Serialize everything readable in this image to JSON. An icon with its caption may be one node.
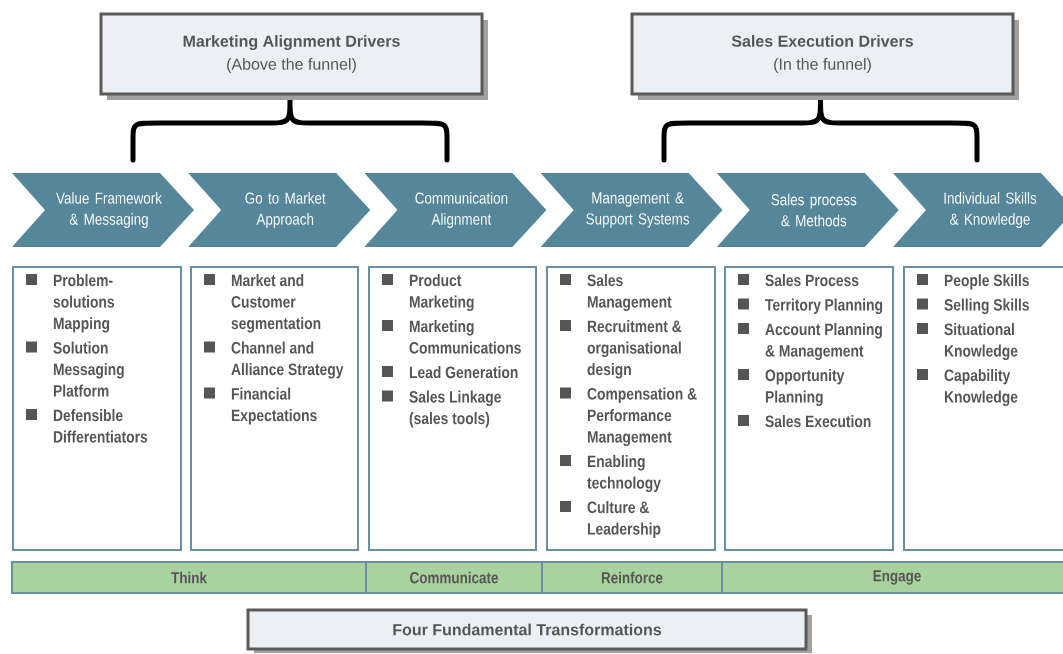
{
  "diagram": {
    "nodes": [
      {
        "text": [
          "Marketing Alignment Drivers",
          "(Above the funnel)"
        ]
      },
      {
        "text": [
          "Sales Execution Drivers",
          "(In the funnel)"
        ]
      },
      {
        "text": [
          "Value Framework & Messaging"
        ]
      },
      {
        "text": [
          "Go to Market Approach"
        ]
      },
      {
        "text": [
          "Communication Alignment"
        ]
      },
      {
        "text": [
          "Management & Support Systems"
        ]
      },
      {
        "text": [
          "Sales process & Methods"
        ]
      },
      {
        "text": [
          "Individual Skills & Knowledge"
        ]
      },
      {
        "text": [
          "Problem-solutions Mapping",
          "Solution Messaging Platform",
          "Defensible Differentiators"
        ]
      },
      {
        "text": [
          "Market and Customer segmentation",
          "Channel and Alliance Strategy",
          "Financial Expectations"
        ]
      },
      {
        "text": [
          "Product Marketing",
          "Marketing Communications",
          "Lead Generation",
          "Sales Linkage (sales tools)"
        ]
      },
      {
        "text": [
          "Sales Management",
          "Recruitment & organisational design",
          "Compensation & Performance Management",
          "Enabling technology",
          "Culture & Leadership"
        ]
      },
      {
        "text": [
          "Sales Process",
          "Territory Planning",
          "Account Planning & Management",
          "Opportunity Planning",
          "Sales Execution"
        ]
      },
      {
        "text": [
          "People Skills",
          "Selling Skills",
          "Situational Knowledge",
          "Capability Knowledge"
        ]
      },
      {
        "text": [
          "Think"
        ]
      },
      {
        "text": [
          "Communicate"
        ]
      },
      {
        "text": [
          "Reinforce"
        ]
      },
      {
        "text": [
          "Engage"
        ]
      },
      {
        "text": [
          "Four Fundamental Transformations"
        ]
      }
    ]
  }
}
